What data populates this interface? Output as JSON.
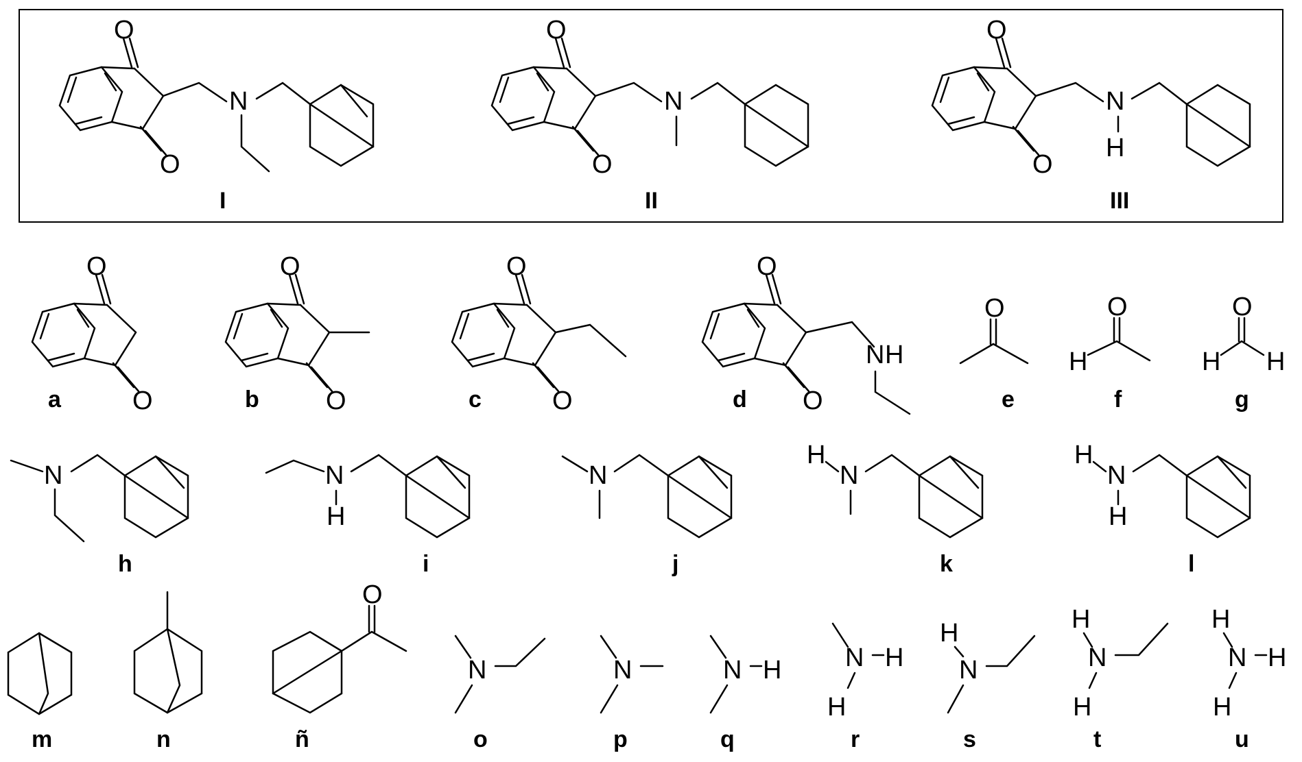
{
  "atoms": {
    "O": "O",
    "N": "N",
    "H": "H"
  },
  "labels": {
    "I": "I",
    "II": "II",
    "III": "III",
    "a": "a",
    "b": "b",
    "c": "c",
    "d": "d",
    "e": "e",
    "f": "f",
    "g": "g",
    "h": "h",
    "i": "i",
    "j": "j",
    "k": "k",
    "l": "l",
    "m": "m",
    "n": "n",
    "enye": "ñ",
    "o": "o",
    "p": "p",
    "q": "q",
    "r": "r",
    "s": "s",
    "t": "t",
    "u": "u"
  },
  "structures": [
    "I",
    "II",
    "III",
    "a",
    "b",
    "c",
    "d",
    "e",
    "f",
    "g",
    "h",
    "i",
    "j",
    "k",
    "l",
    "m",
    "n",
    "ñ",
    "o",
    "p",
    "q",
    "r",
    "s",
    "t",
    "u"
  ],
  "frame": {
    "encloses": [
      "I",
      "II",
      "III"
    ]
  }
}
